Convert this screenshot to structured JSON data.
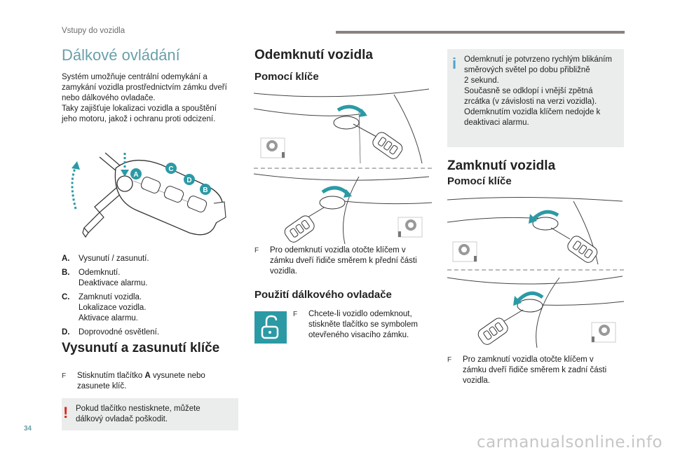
{
  "header": {
    "section": "Vstupy do vozidla"
  },
  "col1": {
    "title": "Dálkové ovládání",
    "intro_lines": [
      "Systém umožňuje centrální odemykání a",
      "zamykání vozidla prostřednictvím zámku dveří",
      "nebo dálkového ovladače.",
      "Taky zajišťuje lokalizaci vozidla a spouštění",
      "jeho motoru, jakož i ochranu proti odcizení."
    ],
    "key_labels": [
      "A",
      "B",
      "C",
      "D"
    ],
    "legend": [
      {
        "key": "A.",
        "lines": [
          "Vysunutí / zasunutí."
        ]
      },
      {
        "key": "B.",
        "lines": [
          "Odemknutí.",
          "Deaktivace alarmu."
        ]
      },
      {
        "key": "C.",
        "lines": [
          "Zamknutí vozidla.",
          "Lokalizace vozidla.",
          "Aktivace alarmu."
        ]
      },
      {
        "key": "D.",
        "lines": [
          "Doprovodné osvětlení."
        ]
      }
    ],
    "heading2": "Vysunutí a zasunutí klíče",
    "step_prefix": "Stisknutím tlačítko ",
    "step_bold": "A",
    "step_suffix": " vysunete nebo",
    "step_line2": "zasunete klíč.",
    "warning_lines": [
      "Pokud tlačítko nestisknete, můžete",
      "dálkový ovladač poškodit."
    ],
    "warning_icon": "!"
  },
  "col2": {
    "heading": "Odemknutí vozidla",
    "sub1": "Pomocí klíče",
    "bullet1_lines": [
      "Pro odemknutí vozidla otočte klíčem v",
      "zámku dveří řidiče směrem k přední části",
      "vozidla."
    ],
    "sub2": "Použití dálkového ovladače",
    "bullet2_lines": [
      "Chcete-li vozidlo odemknout,",
      "stiskněte tlačítko se symbolem",
      "otevřeného visacího zámku."
    ],
    "bullet_symbol": "F"
  },
  "col3": {
    "info_icon": "i",
    "info_lines": [
      "Odemknutí je potvrzeno rychlým blikáním",
      "směrových světel po dobu přibližně",
      "2 sekund.",
      "Současně se odklopí i vnější zpětná",
      "zrcátka (v závislosti na verzi vozidla).",
      "Odemknutím vozidla klíčem nedojde k",
      "deaktivaci alarmu."
    ],
    "heading": "Zamknutí vozidla",
    "sub1": "Pomocí klíče",
    "bullet_lines": [
      "Pro zamknutí vozidla otočte klíčem v",
      "zámku dveří řidiče směrem k zadní části",
      "vozidla."
    ]
  },
  "footer": {
    "page_number": "34",
    "watermark": "carmanualsonline.info"
  },
  "colors": {
    "accent_teal": "#6a9fa9",
    "info_blue": "#4fa3c9",
    "warning_red": "#e2231a",
    "note_bg": "#ebedec",
    "icon_tile": "#2b9aa5"
  }
}
